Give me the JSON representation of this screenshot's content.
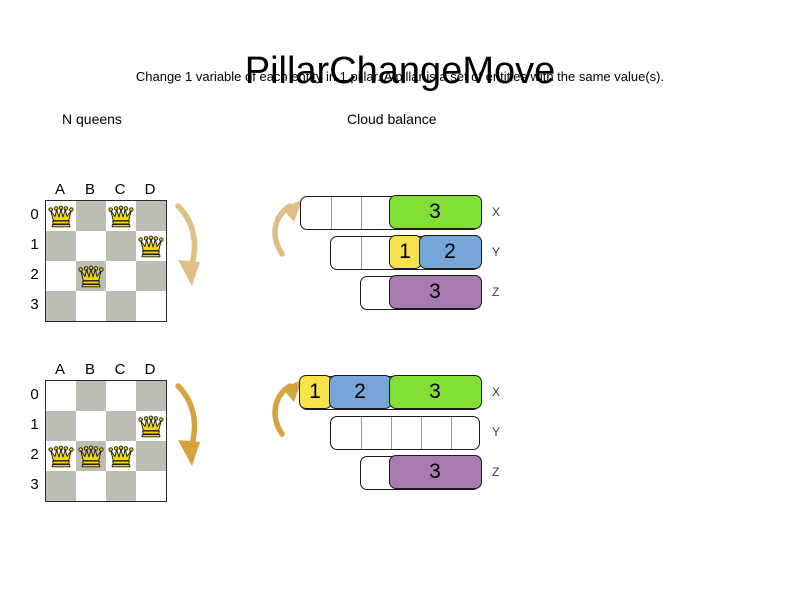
{
  "header": {
    "title": "PillarChangeMove",
    "subtitle": "Change 1 variable of each entity in 1 pillar. A pillar is a set of entities with the same value(s)."
  },
  "sections": {
    "queens_caption": "N queens",
    "cloud_caption": "Cloud balance"
  },
  "colors": {
    "green": "#82E034",
    "blue": "#76A5D8",
    "yellow": "#F7E24B",
    "purple": "#A87BB0",
    "dark_square": "#bdbdb4",
    "light_square": "#ffffff",
    "arrow_pale": "#DFBE84",
    "arrow_gold": "#D7A33E",
    "outline": "#1a1a1a"
  },
  "boards": [
    {
      "name": "board-before",
      "files": [
        "A",
        "B",
        "C",
        "D"
      ],
      "ranks": [
        "0",
        "1",
        "2",
        "3"
      ],
      "queens": [
        {
          "file": "A",
          "rank": "0",
          "col": 0,
          "row": 0
        },
        {
          "file": "C",
          "rank": "0",
          "col": 2,
          "row": 0
        },
        {
          "file": "D",
          "rank": "1",
          "col": 3,
          "row": 1
        },
        {
          "file": "B",
          "rank": "2",
          "col": 1,
          "row": 2
        }
      ]
    },
    {
      "name": "board-after",
      "files": [
        "A",
        "B",
        "C",
        "D"
      ],
      "ranks": [
        "0",
        "1",
        "2",
        "3"
      ],
      "queens": [
        {
          "file": "D",
          "rank": "1",
          "col": 3,
          "row": 1
        },
        {
          "file": "A",
          "rank": "2",
          "col": 0,
          "row": 2
        },
        {
          "file": "B",
          "rank": "2",
          "col": 1,
          "row": 2
        },
        {
          "file": "C",
          "rank": "2",
          "col": 2,
          "row": 2
        }
      ]
    }
  ],
  "clouds": [
    {
      "name": "cloud-before",
      "rows": [
        {
          "label": "X",
          "empty_units": 3,
          "segments": [
            {
              "value": "3",
              "units": 3,
              "color": "#82E034"
            }
          ]
        },
        {
          "label": "Y",
          "empty_units": 2,
          "segments": [
            {
              "value": "1",
              "units": 1,
              "color": "#F7E24B"
            },
            {
              "value": "2",
              "units": 2,
              "color": "#76A5D8"
            }
          ]
        },
        {
          "label": "Z",
          "empty_units": 1,
          "segments": [
            {
              "value": "3",
              "units": 3,
              "color": "#A87BB0"
            }
          ]
        }
      ]
    },
    {
      "name": "cloud-after",
      "rows": [
        {
          "label": "X",
          "empty_units": 0,
          "segments": [
            {
              "value": "1",
              "units": 1,
              "color": "#F7E24B"
            },
            {
              "value": "2",
              "units": 2,
              "color": "#76A5D8"
            },
            {
              "value": "3",
              "units": 3,
              "color": "#82E034"
            }
          ]
        },
        {
          "label": "Y",
          "empty_units": 5,
          "segments": []
        },
        {
          "label": "Z",
          "empty_units": 1,
          "segments": [
            {
              "value": "3",
              "units": 3,
              "color": "#A87BB0"
            }
          ]
        }
      ]
    }
  ],
  "arrows": [
    {
      "name": "arrow-board-move",
      "direction": "down-left",
      "tone": "pale"
    },
    {
      "name": "arrow-cloud-move",
      "direction": "up-right",
      "tone": "pale"
    },
    {
      "name": "arrow-board-move",
      "direction": "down-left",
      "tone": "gold"
    },
    {
      "name": "arrow-cloud-move",
      "direction": "up-right",
      "tone": "gold"
    }
  ]
}
